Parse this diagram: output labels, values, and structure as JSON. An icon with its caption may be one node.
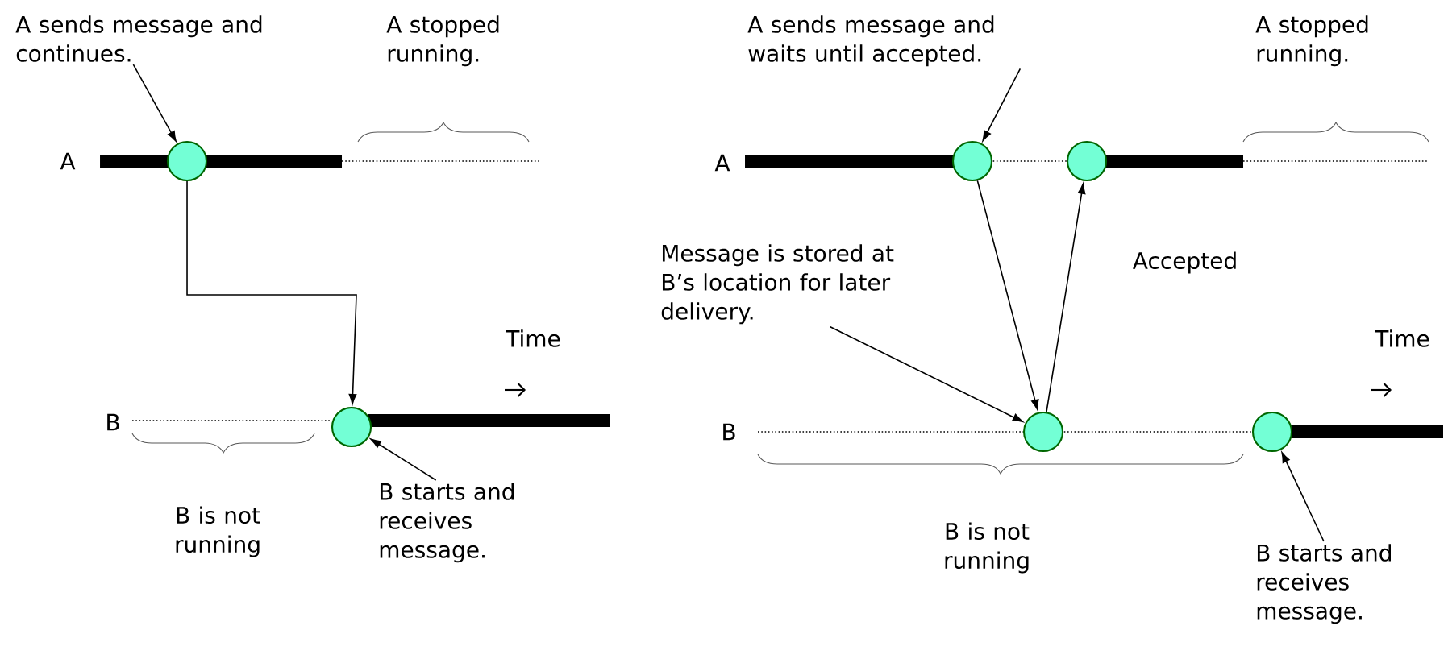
{
  "diagram": {
    "nodes": [
      {
        "text": [
          "A sends message and continues."
        ]
      },
      {
        "text": [],
        "shape": "circle"
      },
      {
        "text": [],
        "shape": "circle"
      },
      {
        "text": [
          "B starts and receives message."
        ]
      },
      {
        "text": [
          "A sends message and waits until accepted."
        ]
      },
      {
        "text": [],
        "shape": "circle"
      },
      {
        "text": [],
        "shape": "circle"
      },
      {
        "text": [
          "Message is stored at B’s location for later delivery."
        ]
      },
      {
        "text": [],
        "shape": "circle"
      },
      {
        "text": [],
        "shape": "circle"
      },
      {
        "text": [
          "B starts and receives message."
        ]
      }
    ],
    "edges": [
      {
        "from": 0,
        "to": 1,
        "arrow": "to"
      },
      {
        "from": 1,
        "to": 2,
        "arrow": "to"
      },
      {
        "from": 3,
        "to": 2,
        "arrow": "to"
      },
      {
        "from": 4,
        "to": 5,
        "arrow": "to"
      },
      {
        "from": 5,
        "to": 8,
        "arrow": "to"
      },
      {
        "from": 8,
        "to": 6,
        "arrow": "to",
        "label": "Accepted"
      },
      {
        "from": 7,
        "to": 8,
        "arrow": "to"
      },
      {
        "from": 10,
        "to": 9,
        "arrow": "to"
      }
    ],
    "labels": [
      "A stopped running.",
      "A",
      "Time",
      "B",
      "B is not running",
      "A stopped running.",
      "A",
      "Time",
      "B",
      "B is not running"
    ]
  }
}
